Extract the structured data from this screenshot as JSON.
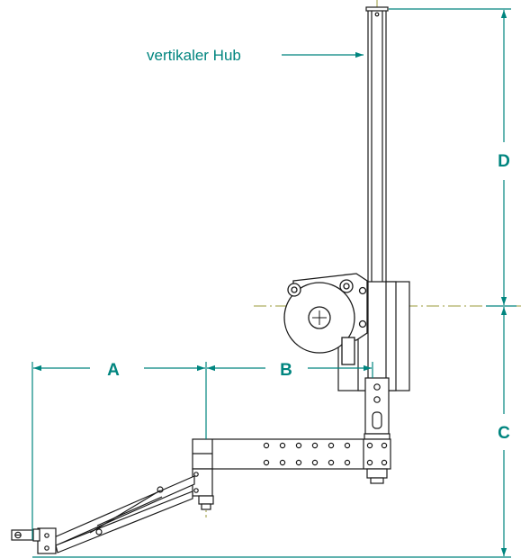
{
  "diagram": {
    "callout_label": "vertikaler Hub",
    "dimension_labels": {
      "a": "A",
      "b": "B",
      "c": "C",
      "d": "D"
    },
    "colors": {
      "dimension": "#00857f",
      "centerline": "#9a9a3a",
      "machine_stroke": "#1a1a1a",
      "machine_fill": "#ffffff",
      "background": "#ffffff"
    }
  }
}
